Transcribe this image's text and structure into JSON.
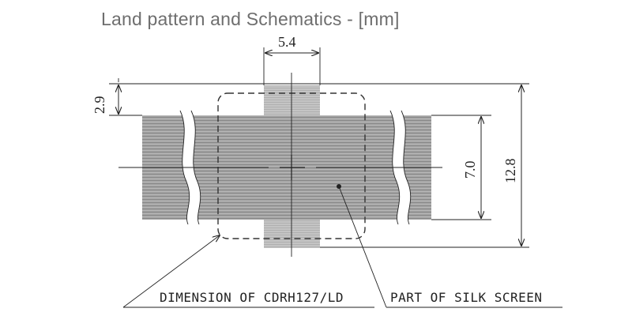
{
  "title": "Land pattern and Schematics -  [mm]",
  "dimensions": {
    "top_width": "5.4",
    "left_gap": "2.9",
    "inner_height": "7.0",
    "outer_height": "12.8"
  },
  "callouts": {
    "dimension_label": "DIMENSION OF CDRH127/LD",
    "silk_label": "PART OF SILK SCREEN"
  },
  "colors": {
    "silk_fill": "#9a9a9a",
    "pad_fill": "#bdbdbd",
    "title": "#6e6e6e",
    "line": "#222222"
  }
}
